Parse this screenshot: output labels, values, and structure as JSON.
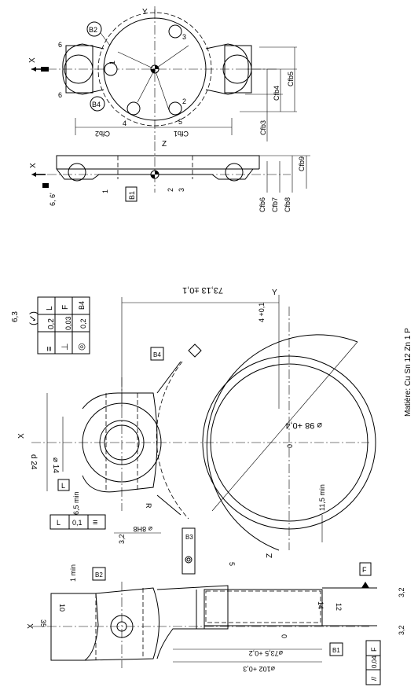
{
  "top_view": {
    "axis_x": "X",
    "axis_y": "Y",
    "supports": [
      "1",
      "2",
      "3",
      "4",
      "5",
      "6",
      "6"
    ],
    "balls": [
      "B2",
      "B4"
    ],
    "dims": [
      "Cfb2",
      "Cfb1",
      "Cfb3",
      "Cfb4",
      "Cfb5"
    ]
  },
  "side_view": {
    "axis_x": "X",
    "axis_z": "Z",
    "supports": [
      "1",
      "2",
      "3",
      "6, 6'"
    ],
    "ball": "B1",
    "dims": [
      "Cfb6",
      "Cfb7",
      "Cfb8",
      "Cfb9"
    ]
  },
  "part": {
    "surface_symbol": "6,3",
    "surface_symbol_paren": "(✓)",
    "tol_table": {
      "rows": [
        [
          "≡",
          "0,2",
          "L"
        ],
        [
          "⊥",
          "0,03",
          "F"
        ],
        [
          "◎",
          "0,2",
          "B4"
        ]
      ]
    },
    "dim_7313": "73,13 ±0,1",
    "dim_98": "⌀ 98 +0,4",
    "dim_4": "4 +0,1",
    "dim_d14": "⌀ 14",
    "dim_d24": "d 24",
    "dim_65": "6,5 min",
    "dim_115": "11,5 min",
    "dim_8h8": "⌀ 8H8",
    "dim_r": "R",
    "sym_ref_tol": "0,1",
    "sym_ref_datum": "L",
    "label_L": "L",
    "label_B4": "B4",
    "label_B3": "B3",
    "label_0": "0",
    "label_X": "X",
    "label_Y": "Y",
    "label_Z": "Z",
    "roughness": "3,2",
    "material": "Matière: Cu Sn 12 Zn 1 P"
  },
  "section": {
    "dim_1min": "1 min",
    "dim_5": "5",
    "dim_10": "10",
    "dim_14": "14",
    "dim_12": "12",
    "dim_35": "35",
    "dim_735": "⌀73,5 +0,2",
    "dim_102": "⌀102 +0,3",
    "label_F": "F",
    "label_B1": "B1",
    "label_B2": "B2",
    "label_0": "0",
    "label_X": "X",
    "roughness": "3,2",
    "parallel_tol": "0,04",
    "parallel_datum": "F",
    "parallel_sym": "//"
  }
}
